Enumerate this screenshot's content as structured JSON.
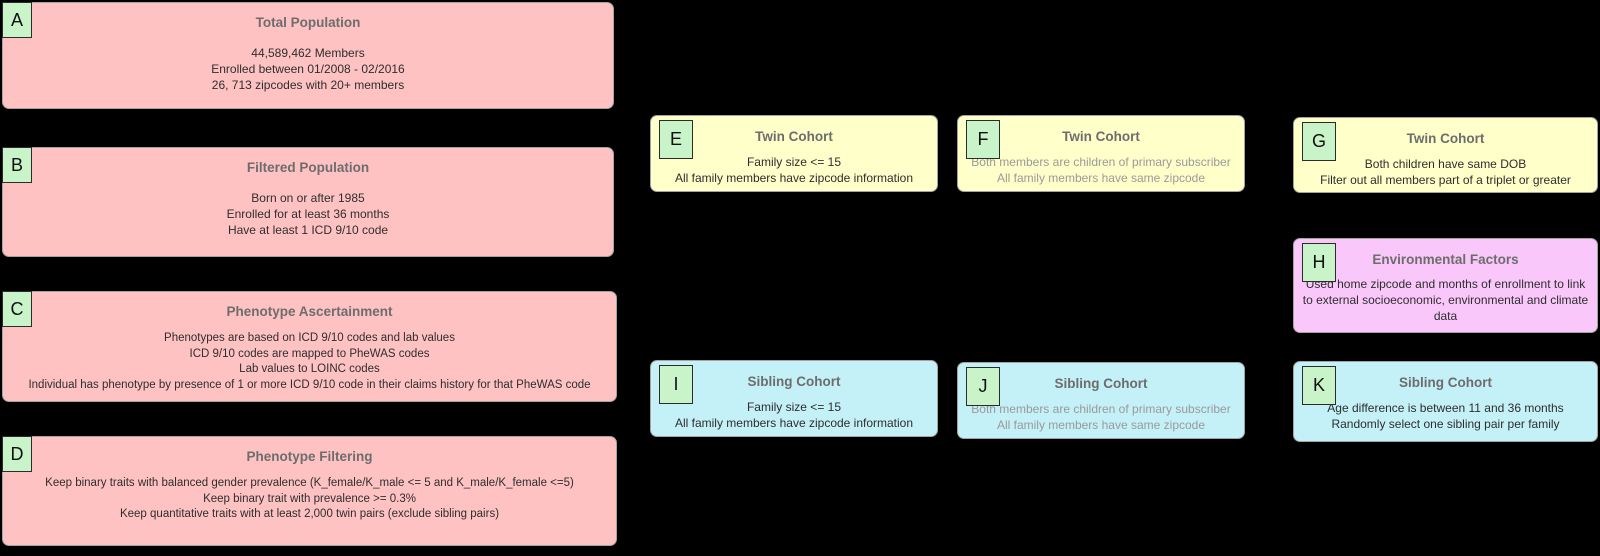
{
  "diagram_title": "Cohort construction flow diagram",
  "colors": {
    "background": "#000000",
    "pink": "#ffc2c2",
    "yellow": "#ffffc9",
    "cyan": "#c4f0f7",
    "magenta": "#f9c7f9",
    "green": "#c9f4c9",
    "box_border": "#a3a3a3",
    "label_border": "#2b2b2b",
    "title_text": "#6d6d6d",
    "body_text": "#2e2e2e",
    "muted_text": "#9a9a9a"
  },
  "boxes": [
    {
      "label": "A",
      "title": "Total Population",
      "lines": [
        "44,589,462 Members",
        "Enrolled between 01/2008 - 02/2016",
        "26, 713 zipcodes with 20+ members"
      ]
    },
    {
      "label": "B",
      "title": "Filtered Population",
      "lines": [
        "Born on or after 1985",
        "Enrolled for at least 36 months",
        "Have at least 1 ICD 9/10 code"
      ]
    },
    {
      "label": "C",
      "title": "Phenotype Ascertainment",
      "lines": [
        "Phenotypes are based on ICD 9/10 codes and lab values",
        "ICD 9/10 codes are mapped to PheWAS codes",
        "Lab values to LOINC codes",
        "Individual has phenotype by presence of 1 or more ICD 9/10 code in their claims history for that PheWAS code"
      ]
    },
    {
      "label": "D",
      "title": "Phenotype Filtering",
      "lines": [
        "Keep binary traits with balanced gender prevalence (K_female/K_male <= 5 and K_male/K_female <=5)",
        "Keep binary trait with prevalence >= 0.3%",
        "Keep quantitative traits with at least 2,000 twin pairs (exclude sibling pairs)"
      ]
    },
    {
      "label": "E",
      "title": "Twin Cohort",
      "lines": [
        "Family size <= 15",
        "All family members have zipcode information"
      ]
    },
    {
      "label": "F",
      "title": "Twin Cohort",
      "lines": [
        "Both members are children of primary subscriber",
        "All family members have same zipcode"
      ]
    },
    {
      "label": "G",
      "title": "Twin Cohort",
      "lines": [
        "Both children have same DOB",
        "Filter out all members part of a triplet or greater"
      ]
    },
    {
      "label": "H",
      "title": "Environmental Factors",
      "lines": [
        "Used home zipcode and months of enrollment to link to external socioeconomic, environmental and climate data"
      ]
    },
    {
      "label": "I",
      "title": "Sibling Cohort",
      "lines": [
        "Family size <= 15",
        "All family members have zipcode information"
      ]
    },
    {
      "label": "J",
      "title": "Sibling Cohort",
      "lines": [
        "Both members are children of primary subscriber",
        "All family members have same zipcode"
      ]
    },
    {
      "label": "K",
      "title": "Sibling Cohort",
      "lines": [
        "Age difference is between 11 and 36 months",
        "Randomly select one sibling pair per family"
      ]
    }
  ]
}
